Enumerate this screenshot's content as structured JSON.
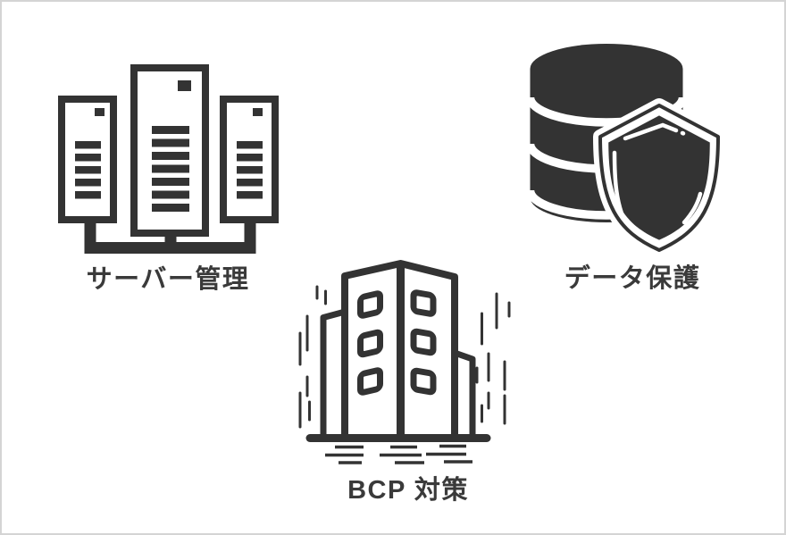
{
  "page": {
    "background": "#ffffff",
    "border_color": "#d4d4d4",
    "icon_color": "#333333",
    "label_color": "#3a3a3a"
  },
  "features": [
    {
      "id": "server-management",
      "label": "サーバー管理",
      "icon": "server-rack-icon"
    },
    {
      "id": "data-protection",
      "label": "データ保護",
      "icon": "database-shield-icon"
    },
    {
      "id": "bcp-measures",
      "label": "BCP 対策",
      "icon": "building-earthquake-icon"
    }
  ]
}
